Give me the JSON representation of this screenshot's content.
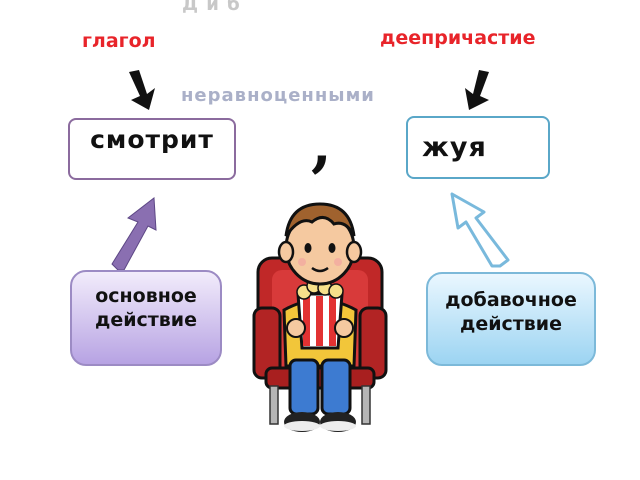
{
  "header": {
    "top_faint_text": "Д й б",
    "middle_faint_text": "неравноценными",
    "comma": ","
  },
  "labels": {
    "verb": "глагол",
    "participle": "деепричастие"
  },
  "words": {
    "verb_word": "смотрит",
    "participle_word": "жуя"
  },
  "bottom": {
    "main_action": "основное действие",
    "extra_action": "добавочное действие"
  },
  "colors": {
    "red_label": "#e8242a",
    "verb_box_border": "#8b6b9e",
    "participle_box_border": "#5aa7c8",
    "main_pill_top": "#f2ecfb",
    "main_pill_bottom": "#b7a3e3",
    "extra_pill_top": "#eaf7ff",
    "extra_pill_bottom": "#9cd4f2",
    "purple_arrow": "#8a6fb1",
    "blue_arrow_border": "#79b9dc"
  }
}
